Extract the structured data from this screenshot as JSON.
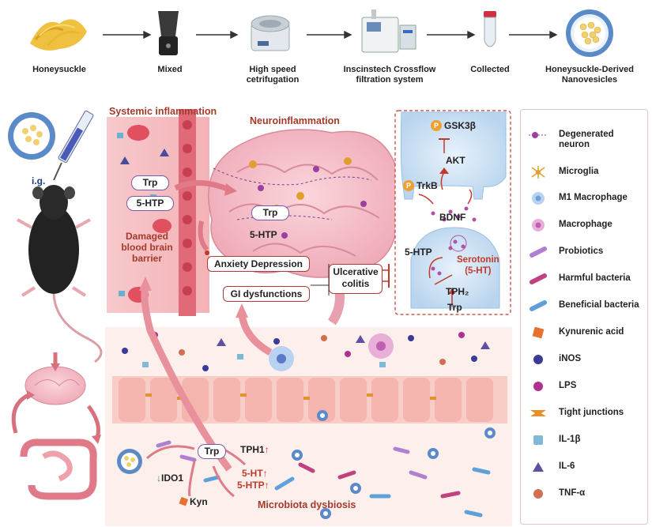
{
  "pipeline": {
    "steps": [
      {
        "label": "Honeysuckle"
      },
      {
        "label": "Mixed"
      },
      {
        "label": "High speed\ncetrifugation"
      },
      {
        "label": "Inscinstech Crossflow\nfiltration system"
      },
      {
        "label": "Collected"
      },
      {
        "label": "Honeysuckle-Derived\nNanovesicles"
      }
    ]
  },
  "left": {
    "route": "i.g."
  },
  "systemic": {
    "title": "Systemic inflammation",
    "trp": "Trp",
    "htp": "5-HTP",
    "bbb": "Damaged\nblood brain\nbarrier"
  },
  "brain": {
    "title": "Neuroinflammation",
    "trp": "Trp",
    "htp": "5-HTP",
    "anxiety": "Anxiety Depression",
    "gi": "GI dysfunctions",
    "colitis": "Ulcerative\ncolitis"
  },
  "synapse": {
    "gsk": "GSK3β",
    "akt": "AKT",
    "trkb": "TrkB",
    "bdnf": "BDNF",
    "htp": "5-HTP",
    "serotonin": "Serotonin\n(5-HT)",
    "tph2": "TPH₂",
    "trp": "Trp",
    "p": "P"
  },
  "gut": {
    "trp": "Trp",
    "tph1": "TPH1",
    "ido1": "IDO1",
    "ht": "5-HT",
    "htp": "5-HTP",
    "kyn": "Kyn",
    "dysbiosis": "Microbiota dysbiosis",
    "up": "↑",
    "down": "↓"
  },
  "legend": {
    "items": [
      {
        "label": "Degenerated\nneuron",
        "icon": "degenerated-neuron-icon",
        "color": "#9b3fa0"
      },
      {
        "label": "Microglia",
        "icon": "microglia-icon",
        "color": "#e0a030"
      },
      {
        "label": "M1 Macrophage",
        "icon": "m1-macrophage-icon",
        "color": "#6fa0d8"
      },
      {
        "label": "Macrophage",
        "icon": "macrophage-icon",
        "color": "#c060b0"
      },
      {
        "label": "Probiotics",
        "icon": "probiotics-icon",
        "color": "#b080d0"
      },
      {
        "label": "Harmful bacteria",
        "icon": "harmful-bacteria-icon",
        "color": "#c04080"
      },
      {
        "label": "Beneficial bacteria",
        "icon": "beneficial-bacteria-icon",
        "color": "#60a0d8"
      },
      {
        "label": "Kynurenic acid",
        "icon": "kynurenic-acid-icon",
        "color": "#e87030"
      },
      {
        "label": "iNOS",
        "icon": "inos-icon",
        "color": "#3a3a9a"
      },
      {
        "label": "LPS",
        "icon": "lps-icon",
        "color": "#b03090"
      },
      {
        "label": "Tight junctions",
        "icon": "tight-junctions-icon",
        "color": "#e8902a"
      },
      {
        "label": "IL-1β",
        "icon": "il1b-icon",
        "color": "#80b8d8"
      },
      {
        "label": "IL-6",
        "icon": "il6-icon",
        "color": "#6050a0"
      },
      {
        "label": "TNF-α",
        "icon": "tnfa-icon",
        "color": "#d07050"
      }
    ]
  }
}
